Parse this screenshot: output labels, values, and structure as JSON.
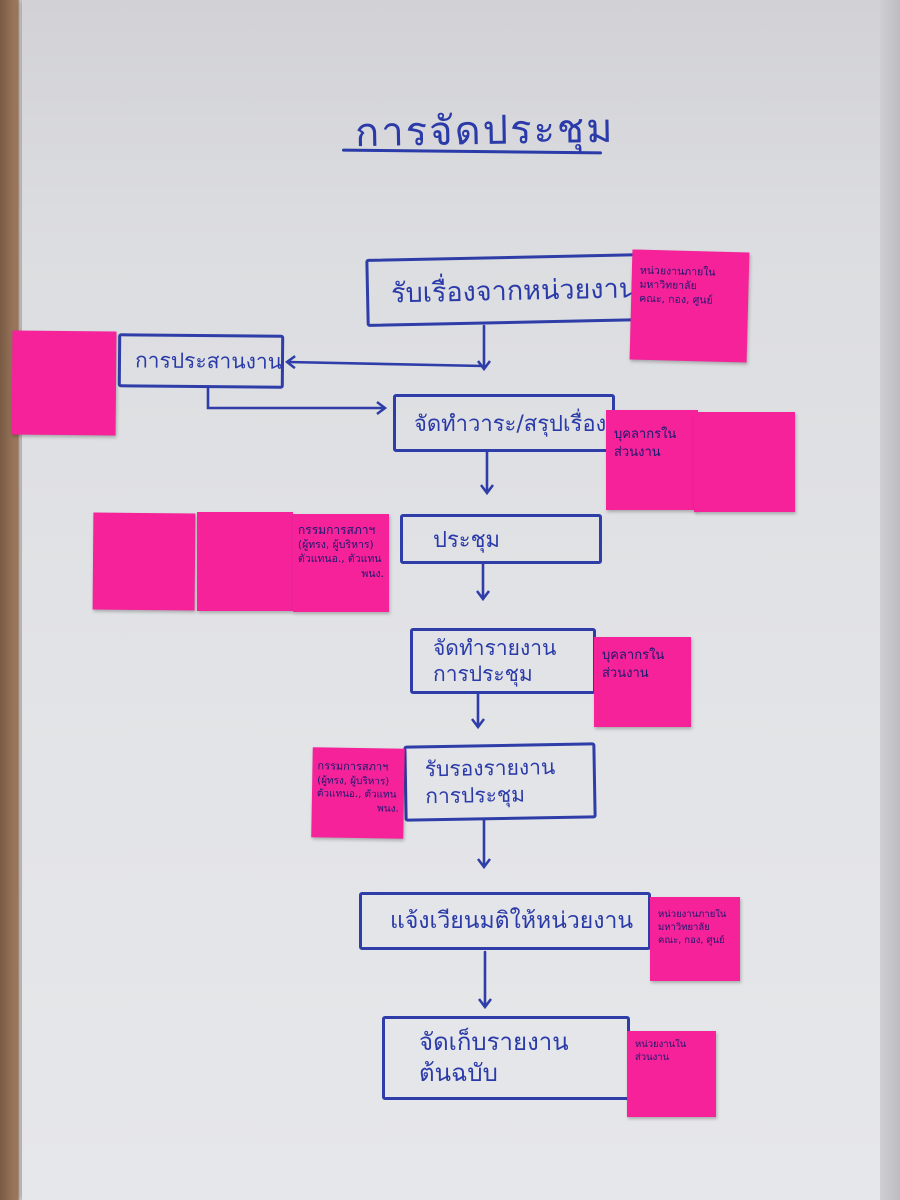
{
  "title": "การจัดประชุม",
  "steps": [
    {
      "text": "รับเรื่องจากหน่วยงาน"
    },
    {
      "text": "การประสานงาน"
    },
    {
      "text": "จัดทำวาระ/สรุปเรื่อง"
    },
    {
      "text": "ประชุม"
    },
    {
      "line1": "จัดทำรายงาน",
      "line2": "การประชุม"
    },
    {
      "line1": "รับรองรายงาน",
      "line2": "การประชุม"
    },
    {
      "text": "แจ้งเวียนมติให้หน่วยงาน"
    },
    {
      "line1": "จัดเก็บรายงาน",
      "line2": "ต้นฉบับ"
    }
  ],
  "notes": {
    "n1": [
      "หน่วยงานภายใน",
      "มหาวิทยาลัย",
      "คณะ, กอง, ศูนย์"
    ],
    "n2": [
      "บุคลากรใน",
      "ส่วนงาน"
    ],
    "n3": [
      "กรรมการสภาฯ",
      "(ผู้ทรง, ผู้บริหาร)",
      "ตัวแทนอ., ตัวแทน",
      "พนง."
    ],
    "n4": [
      "บุคลากรใน",
      "ส่วนงาน"
    ],
    "n5": [
      "กรรมการสภาฯ",
      "(ผู้ทรง, ผู้บริหาร)",
      "ตัวแทนอ., ตัวแทน",
      "พนง."
    ],
    "n6": [
      "หน่วยงานภายใน",
      "มหาวิทยาลัย",
      "คณะ, กอง, ศูนย์"
    ],
    "n7": [
      "หน่วยงานใน",
      "ส่วนงาน"
    ]
  }
}
